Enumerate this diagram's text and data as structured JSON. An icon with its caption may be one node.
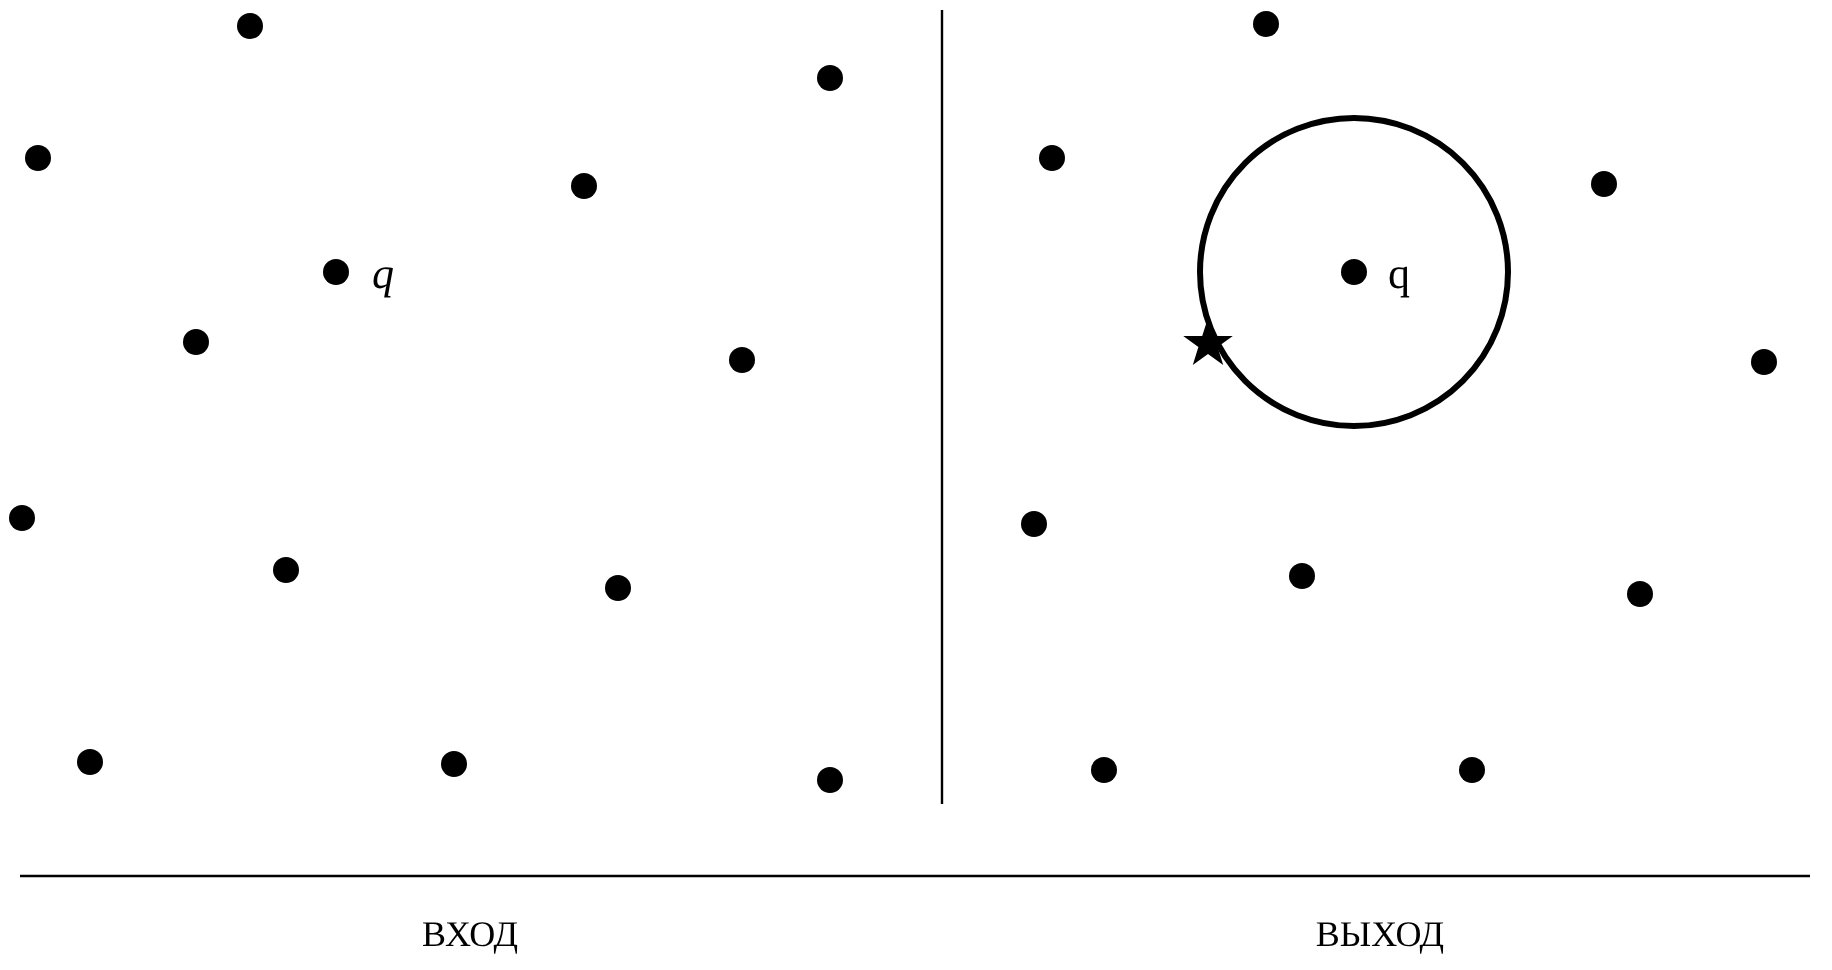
{
  "diagram": {
    "labels": [
      "q",
      "q",
      "ВХОД",
      "ВЫХОД"
    ]
  }
}
